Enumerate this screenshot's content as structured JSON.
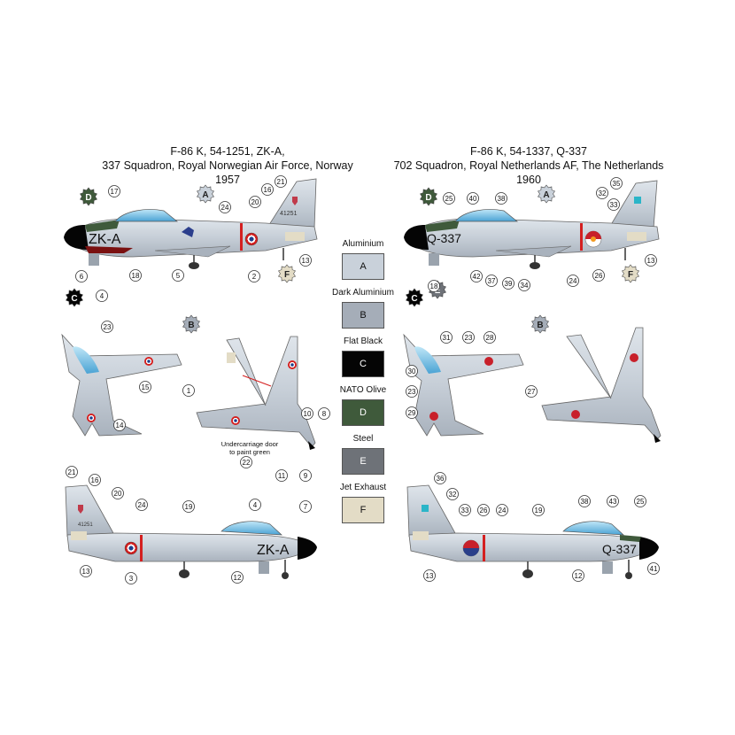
{
  "titles": {
    "left_line1": "F-86 K, 54-1251, ZK-A,",
    "left_line2": "337 Squadron, Royal Norwegian Air Force, Norway 1957",
    "right_line1": "F-86 K, 54-1337, Q-337",
    "right_line2": "702  Squadron, Royal Netherlands AF, The Netherlands 1960"
  },
  "legend": [
    {
      "label": "Aluminium",
      "letter": "A",
      "color": "#c9d1da",
      "text_color": "#222"
    },
    {
      "label": "Dark Aluminium",
      "letter": "B",
      "color": "#a5adb8",
      "text_color": "#222"
    },
    {
      "label": "Flat Black",
      "letter": "C",
      "color": "#050505",
      "text_color": "#ffffff"
    },
    {
      "label": "NATO Olive",
      "letter": "D",
      "color": "#3f5a3b",
      "text_color": "#ffffff"
    },
    {
      "label": "Steel",
      "letter": "E",
      "color": "#6e7278",
      "text_color": "#ffffff"
    },
    {
      "label": "Jet Exhaust",
      "letter": "F",
      "color": "#e3dcc6",
      "text_color": "#222"
    }
  ],
  "codes": {
    "left_side": "ZK-A",
    "right_side": "Q-337",
    "left_tail": "41251"
  },
  "note": {
    "line1": "Undercarriage door",
    "line2": "to paint green"
  },
  "callouts": {
    "l1": [
      "17",
      "16",
      "21",
      "20",
      "24",
      "6",
      "4",
      "5",
      "18",
      "2",
      "13"
    ],
    "l2": [
      "23",
      "15",
      "14",
      "1",
      "10",
      "8",
      "11",
      "9",
      "22"
    ],
    "l3": [
      "21",
      "16",
      "20",
      "24",
      "19",
      "4",
      "7",
      "3",
      "12",
      "13"
    ],
    "r1": [
      "25",
      "40",
      "38",
      "35",
      "32",
      "33",
      "42",
      "37",
      "39",
      "34",
      "18",
      "24",
      "26",
      "13"
    ],
    "r2": [
      "31",
      "23",
      "28",
      "30",
      "23",
      "29",
      "27"
    ],
    "r3": [
      "36",
      "32",
      "33",
      "26",
      "24",
      "19",
      "38",
      "43",
      "25",
      "41",
      "12",
      "13"
    ]
  },
  "colors": {
    "aluminium": "#c9d1da",
    "aluminium_dark": "#a9b2bd",
    "canopy": "#7fc4e6",
    "anti_glare": "#3f5a3b",
    "nose": "#050505",
    "red_stripe": "#d42020",
    "exhaust": "#e3dcc6",
    "leader": "#2aa58c"
  }
}
